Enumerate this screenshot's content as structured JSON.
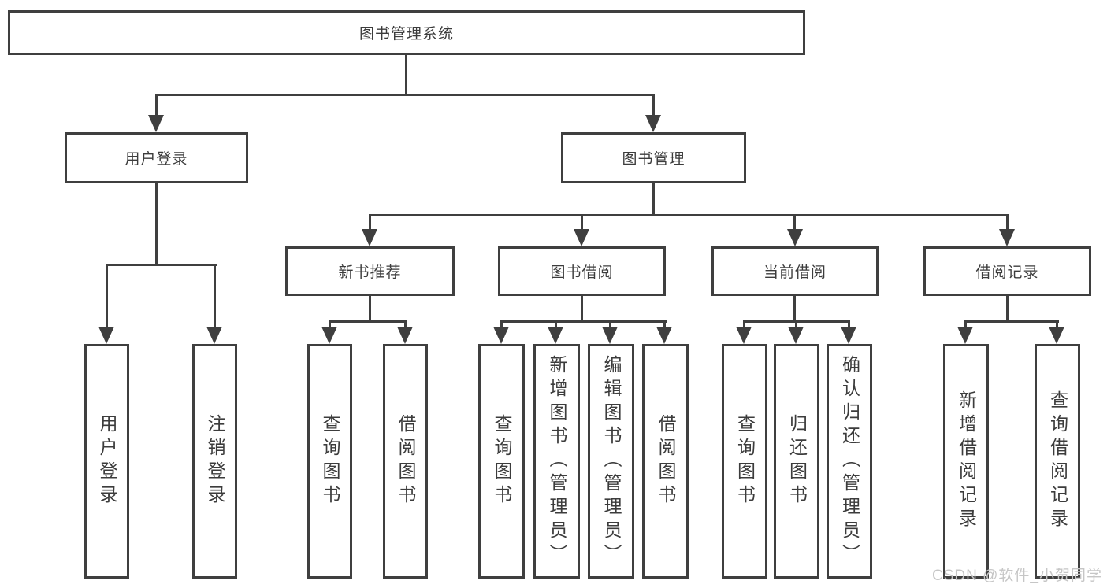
{
  "diagram": {
    "root_label": "图书管理系统",
    "watermark": "CSDN @软件_小贺同学",
    "colors": {
      "line": "#3f3f3f",
      "text": "#3c3c3c",
      "watermark": "#c6c6c6",
      "background": "#ffffff"
    },
    "level2": {
      "user_login": "用户登录",
      "book_management": "图书管理"
    },
    "level3": {
      "new_book_recommend": "新书推荐",
      "book_borrow": "图书借阅",
      "current_borrow": "当前借阅",
      "borrow_records": "借阅记录"
    },
    "leaves": {
      "user_login": [
        "用户登录",
        "注销登录"
      ],
      "new_book_recommend": [
        "查询图书",
        "借阅图书"
      ],
      "book_borrow": [
        "查询图书",
        "新增图书（管理员）",
        "编辑图书（管理员）",
        "借阅图书"
      ],
      "current_borrow": [
        "查询图书",
        "归还图书",
        "确认归还（管理员）"
      ],
      "borrow_records": [
        "新增借阅记录",
        "查询借阅记录"
      ]
    }
  }
}
